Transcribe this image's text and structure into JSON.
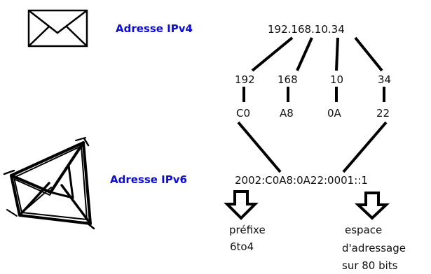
{
  "ipv4": {
    "label": "Adresse IPv4",
    "address": "192.168.10.34",
    "octets_decimal": [
      "192",
      "168",
      "10",
      "34"
    ],
    "octets_hex": [
      "C0",
      "A8",
      "0A",
      "22"
    ]
  },
  "ipv6": {
    "label": "Adresse IPv6",
    "address": "2002:C0A8:0A22:0001::1"
  },
  "notes": {
    "prefix_line1": "préfixe",
    "prefix_line2": "6to4",
    "space_line1": "espace",
    "space_line2": "d'adressage",
    "space_line3": "sur 80 bits"
  },
  "colors": {
    "label": "#0a0ae6",
    "text": "#111111",
    "line": "#000000"
  },
  "icons": {
    "top": "envelope-closed-icon",
    "bottom": "envelope-open-sketch-icon"
  }
}
